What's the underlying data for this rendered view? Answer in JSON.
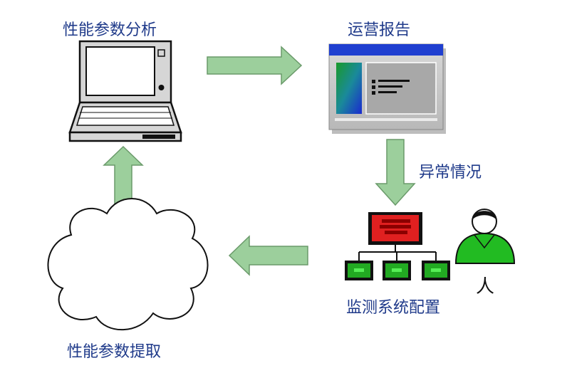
{
  "labels": {
    "performance_analysis": "性能参数分析",
    "operations_report": "运营报告",
    "anomaly": "异常情况",
    "monitoring_config": "监测系统配置",
    "parameter_extraction": "性能参数提取",
    "person": "人"
  },
  "colors": {
    "arrow_fill": "#9ccf9c",
    "arrow_stroke": "#6a9a6a",
    "label_text": "#1f3a8a",
    "monitor_red": "#e02020",
    "node_green": "#22aa22",
    "window_title_blue": "#1f3fd0"
  },
  "icons": [
    "laptop-icon",
    "report-window-icon",
    "network-monitor-icon",
    "person-icon",
    "cloud-icon"
  ]
}
